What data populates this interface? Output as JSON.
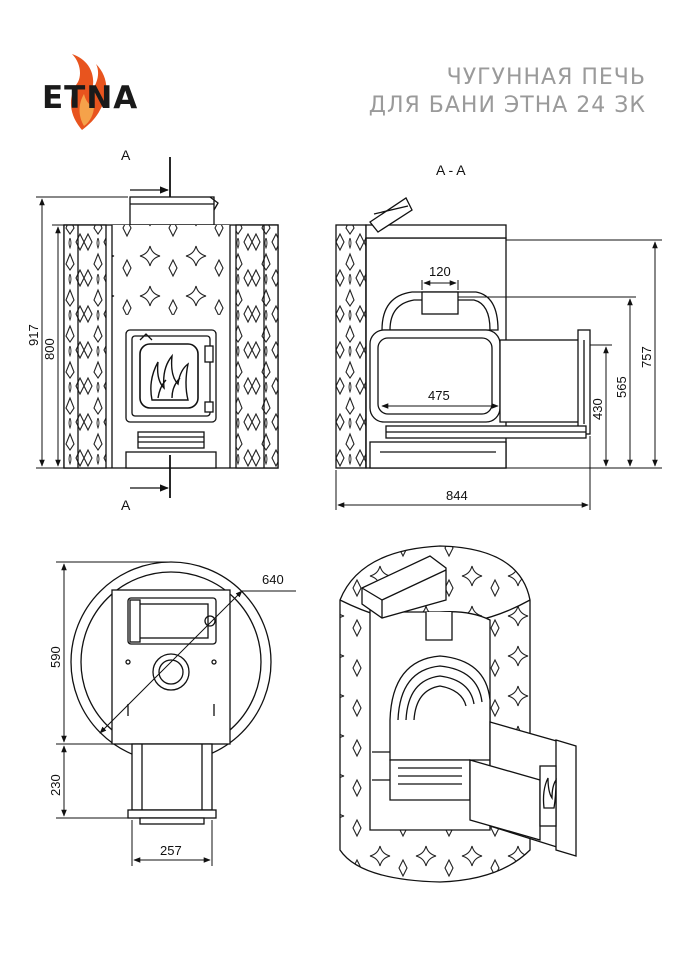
{
  "brand": {
    "name": "ETNA",
    "flame_color": "#e8541e",
    "flame_color_light": "#f5a24a"
  },
  "title": {
    "line1": "ЧУГУННАЯ ПЕЧЬ",
    "line2": "ДЛЯ БАНИ ЭТНА 24 ЗК",
    "color": "#9a9a9a"
  },
  "front_view": {
    "section_mark_top": "A",
    "section_mark_bottom": "A",
    "dim_total_height": "917",
    "dim_body_height": "800"
  },
  "section_view": {
    "label": "A - A",
    "dim_flue_width": "120",
    "dim_firebox_width": "475",
    "dim_total_length": "844",
    "dim_height_757": "757",
    "dim_height_565": "565",
    "dim_height_430": "430"
  },
  "top_view": {
    "dim_diameter": "640",
    "dim_depth": "590",
    "dim_tunnel_length": "230",
    "dim_tunnel_width": "257"
  },
  "icons": {
    "logo": "flame-icon",
    "door_ornament": "fire-ornament-icon"
  }
}
